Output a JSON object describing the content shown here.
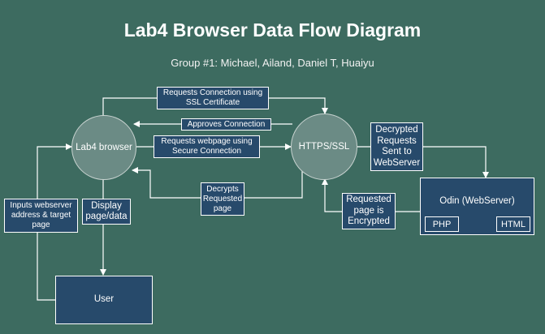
{
  "title": "Lab4 Browser Data Flow Diagram",
  "subtitle": "Group #1: Michael, Ailand, Daniel T, Huaiyu",
  "nodes": {
    "browser": "Lab4 browser",
    "https": "HTTPS/SSL",
    "server": "Odin (WebServer)",
    "server_php": "PHP",
    "server_html": "HTML",
    "user": "User"
  },
  "labels": {
    "requests_connection": "Requests Connection using\nSSL Certificate",
    "approves_connection": "Approves Connection",
    "requests_webpage": "Requests webpage using\nSecure Connection",
    "decrypts_page": "Decrypts\nRequested\npage",
    "decrypted_requests": "Decrypted\nRequests\nSent to\nWebServer",
    "page_encrypted": "Requested\npage is\nEncrypted",
    "inputs_address": "Inputs webserver\naddress & target\npage",
    "display_page": "Display\npage/data"
  },
  "colors": {
    "background": "#3d6b60",
    "box_fill": "#274a6b",
    "circle_fill": "#6b8b85",
    "line": "#ffffff"
  }
}
